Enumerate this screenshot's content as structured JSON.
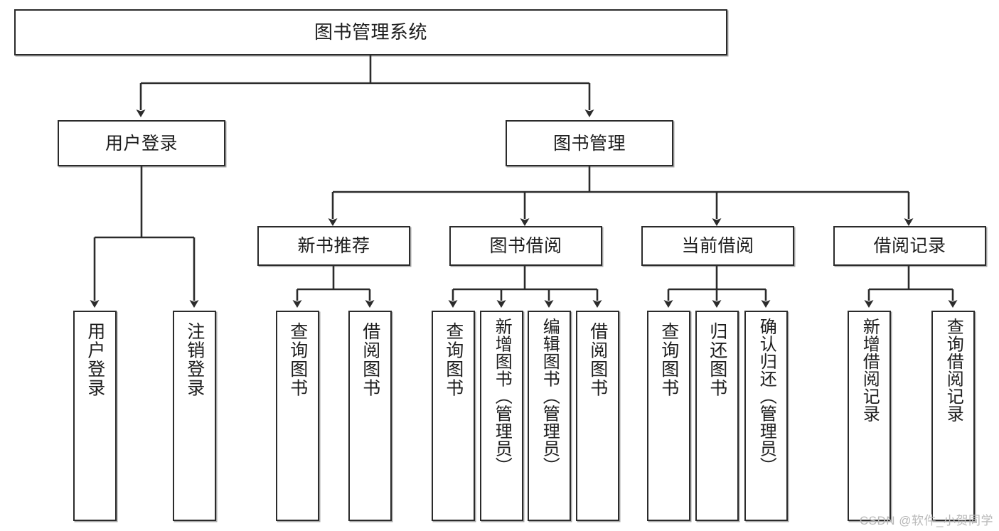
{
  "diagram": {
    "title": "图书管理系统",
    "type": "tree-hierarchy",
    "watermark": "CSDN @软件_小贺同学",
    "colors": {
      "box_border": "#2b2b2b",
      "box_fill": "#ffffff",
      "connector": "#2b2b2b",
      "text": "#1d1d1d",
      "watermark": "#b9b9b9"
    },
    "nodes": {
      "root": "图书管理系统",
      "level2": {
        "user_login": "用户登录",
        "book_manage": "图书管理"
      },
      "level3": {
        "new_book_rec": "新书推荐",
        "book_borrow": "图书借阅",
        "current_borrow": "当前借阅",
        "borrow_record": "借阅记录"
      },
      "leaves": {
        "user_login_1": "用户登录",
        "user_login_2": "注销登录",
        "new_book_rec_1": "查询图书",
        "new_book_rec_2": "借阅图书",
        "book_borrow_1": "查询图书",
        "book_borrow_2": "新增图书（管理员）",
        "book_borrow_3": "编辑图书（管理员）",
        "book_borrow_4": "借阅图书",
        "current_borrow_1": "查询图书",
        "current_borrow_2": "归还图书",
        "current_borrow_3": "确认归还（管理员）",
        "borrow_record_1": "新增借阅记录",
        "borrow_record_2": "查询借阅记录"
      }
    }
  }
}
